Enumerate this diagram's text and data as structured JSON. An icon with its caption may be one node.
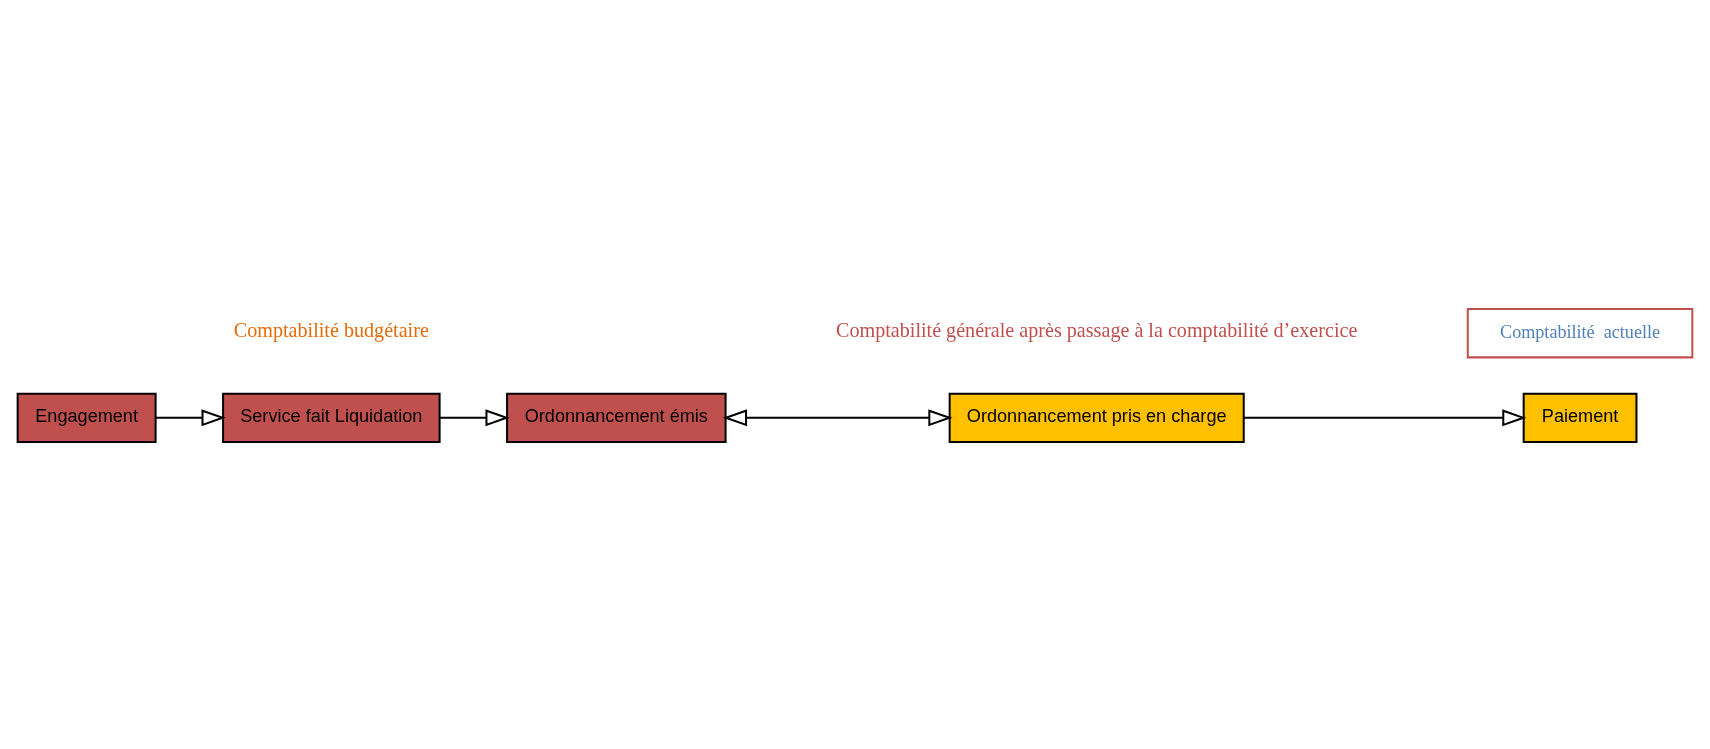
{
  "diagram": {
    "nodes": [
      {
        "text": [
          "Engagement"
        ]
      },
      {
        "text": [
          "Service fait Liquidation"
        ]
      },
      {
        "text": [
          "Ordonnancement émis"
        ]
      },
      {
        "text": [
          "Ordonnancement pris en charge"
        ]
      },
      {
        "text": [
          "Paiement"
        ]
      },
      {
        "text": [
          "Comptabilité  actuelle"
        ]
      }
    ],
    "edges": [
      {
        "from": 0,
        "to": 1,
        "arrow": "to"
      },
      {
        "from": 1,
        "to": 2,
        "arrow": "to"
      },
      {
        "from": 2,
        "to": 3,
        "arrow": "both"
      },
      {
        "from": 3,
        "to": 4,
        "arrow": "to"
      }
    ],
    "labels": [
      "Comptabilité budgétaire",
      "Comptabilité générale après passage à la comptabilité d’exercice"
    ]
  }
}
